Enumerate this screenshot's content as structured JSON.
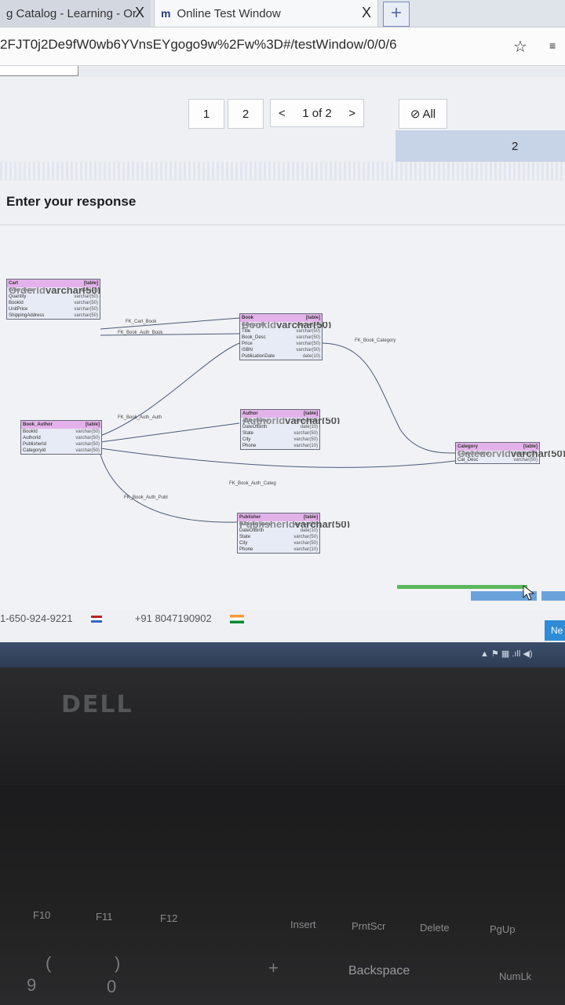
{
  "browser": {
    "tabs": [
      {
        "label": "g Catalog - Learning - Or"
      },
      {
        "label": "Online Test Window"
      }
    ],
    "tab_close": "X",
    "new_tab": "+",
    "url": "2FJT0j2De9fW0wb6YVnsEYgogo9w%2Fw%3D#/testWindow/0/0/6"
  },
  "pager": {
    "page_buttons": [
      "1",
      "2"
    ],
    "prev": "<",
    "indicator": "1 of 2",
    "next": ">",
    "all_label": "All",
    "count": "2"
  },
  "response_label": "Enter your response",
  "diagram": {
    "tables": [
      {
        "name": "Cart",
        "tag": "[table]",
        "columns": [
          {
            "name": "OrderId",
            "type": "varchar(50)",
            "key": true
          },
          {
            "name": "Order_Date",
            "type": "date(10)"
          },
          {
            "name": "Quantity",
            "type": "varchar(50)"
          },
          {
            "name": "BookId",
            "type": "varchar(50)"
          },
          {
            "name": "UnitPrice",
            "type": "varchar(50)"
          },
          {
            "name": "ShippingAddress",
            "type": "varchar(50)"
          }
        ]
      },
      {
        "name": "Book",
        "tag": "[table]",
        "columns": [
          {
            "name": "BookId",
            "type": "varchar(50)",
            "key": true
          },
          {
            "name": "CategoryId",
            "type": "varchar(50)"
          },
          {
            "name": "Title",
            "type": "varchar(50)"
          },
          {
            "name": "Book_Desc",
            "type": "varchar(50)"
          },
          {
            "name": "Price",
            "type": "varchar(50)"
          },
          {
            "name": "ISBN",
            "type": "varchar(50)"
          },
          {
            "name": "PublicationDate",
            "type": "date(10)"
          }
        ]
      },
      {
        "name": "Book_Author",
        "tag": "[table]",
        "columns": [
          {
            "name": "BookId",
            "type": "varchar(50)"
          },
          {
            "name": "AuthorId",
            "type": "varchar(50)"
          },
          {
            "name": "PublisherId",
            "type": "varchar(50)"
          },
          {
            "name": "CategoryId",
            "type": "varchar(50)"
          }
        ]
      },
      {
        "name": "Author",
        "tag": "[table]",
        "columns": [
          {
            "name": "AuthorId",
            "type": "varchar(50)",
            "key": true
          },
          {
            "name": "AuthorName",
            "type": "varchar(50)"
          },
          {
            "name": "DateOfBirth",
            "type": "date(10)"
          },
          {
            "name": "State",
            "type": "varchar(50)"
          },
          {
            "name": "City",
            "type": "varchar(50)"
          },
          {
            "name": "Phone",
            "type": "varchar(10)"
          }
        ]
      },
      {
        "name": "Category",
        "tag": "[table]",
        "columns": [
          {
            "name": "CategoryId",
            "type": "varchar(50)",
            "key": true
          },
          {
            "name": "CategoryName",
            "type": "varchar(50)"
          },
          {
            "name": "Cat_Desc",
            "type": "varchar(50)"
          }
        ]
      },
      {
        "name": "Publisher",
        "tag": "[table]",
        "columns": [
          {
            "name": "PublisherId",
            "type": "varchar(50)",
            "key": true
          },
          {
            "name": "PublisherName",
            "type": "varchar(50)"
          },
          {
            "name": "DateOfBirth",
            "type": "date(10)"
          },
          {
            "name": "State",
            "type": "varchar(50)"
          },
          {
            "name": "City",
            "type": "varchar(50)"
          },
          {
            "name": "Phone",
            "type": "varchar(10)"
          }
        ]
      }
    ],
    "fk_labels": [
      "FK_Cart_Book",
      "FK_Book_Auth_Book",
      "FK_Book_Category",
      "FK_Book_Auth_Auth",
      "FK_Book_Auth_Categ",
      "FK_Book_Auth_Publ"
    ]
  },
  "footer": {
    "phone_us": "1-650-924-9221",
    "phone_in": "+91 8047190902",
    "next_label": "Ne"
  },
  "laptop": {
    "brand": "DELL",
    "keys": [
      "F10",
      "F11",
      "F12",
      "Insert",
      "PrntScr",
      "Delete",
      "PgUp",
      "Backspace",
      "NumLk",
      "9",
      "0",
      "(",
      ")",
      "+"
    ]
  }
}
